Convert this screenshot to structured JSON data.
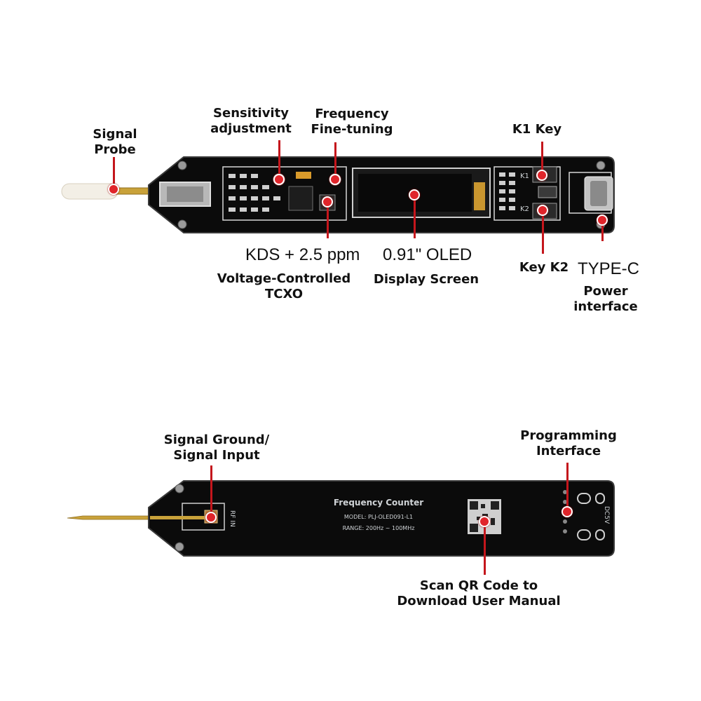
{
  "top_labels": {
    "signal_probe": [
      "Signal",
      "Probe"
    ],
    "sensitivity": [
      "Sensitivity",
      "adjustment"
    ],
    "frequency_tuning": [
      "Frequency",
      "Fine-tuning"
    ],
    "k1_key": "K1 Key",
    "kds": "KDS + 2.5 ppm",
    "tcxo": [
      "Voltage-Controlled",
      "TCXO"
    ],
    "oled": "0.91\" OLED",
    "display_screen": "Display Screen",
    "key_k2": "Key K2",
    "type_c": "TYPE-C",
    "power_interface": [
      "Power",
      "interface"
    ]
  },
  "top_board": {
    "silk_k1": "K1",
    "silk_k2": "K2"
  },
  "bottom_labels": {
    "signal_ground": [
      "Signal Ground/",
      "Signal Input"
    ],
    "programming": [
      "Programming",
      "Interface"
    ],
    "scan_qr": [
      "Scan QR Code to",
      "Download User Manual"
    ]
  },
  "bottom_board": {
    "title": "Frequency Counter",
    "model": "MODEL: PLJ-OLED091-L1",
    "range": "RANGE: 200Hz ~ 100MHz",
    "rf_in": "RF IN",
    "dc5v": "DC5V"
  },
  "colors": {
    "accent": "#e0252b",
    "pcb": "#0b0b0b",
    "probe_gold": "#c9a23a"
  }
}
